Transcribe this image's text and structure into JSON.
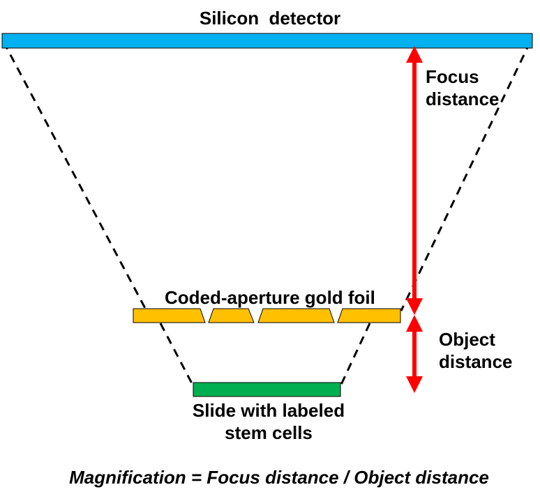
{
  "colors": {
    "detector": "#00B0F0",
    "foil": "#FFC000",
    "slide": "#00B050",
    "arrow": "#FF0000",
    "dashed": "#000000"
  },
  "labels": {
    "detector": "Silicon  detector",
    "focus_line1": "Focus",
    "focus_line2": "distance",
    "foil": "Coded-aperture gold foil",
    "object_line1": "Object",
    "object_line2": "distance",
    "slide_line1": "Slide with labeled",
    "slide_line2": "stem cells",
    "formula": "Magnification = Focus distance / Object distance"
  }
}
